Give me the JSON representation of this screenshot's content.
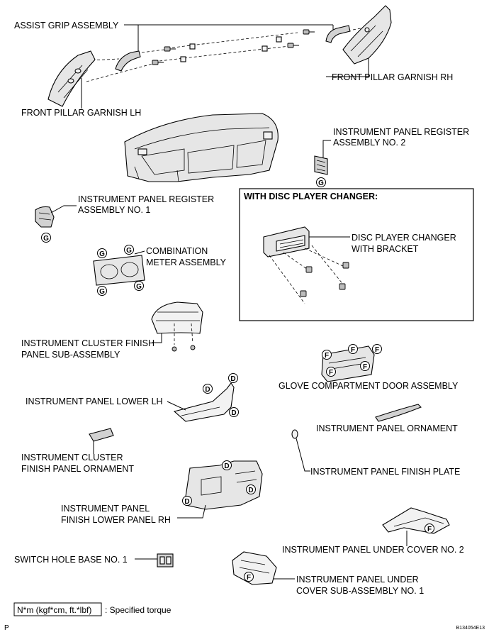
{
  "labels": {
    "assist_grip": "ASSIST GRIP ASSEMBLY",
    "pillar_rh": "FRONT PILLAR GARNISH RH",
    "pillar_lh": "FRONT PILLAR GARNISH LH",
    "register2_l1": "INSTRUMENT PANEL REGISTER",
    "register2_l2": "ASSEMBLY NO. 2",
    "register1_l1": "INSTRUMENT PANEL REGISTER",
    "register1_l2": "ASSEMBLY NO. 1",
    "combo_l1": "COMBINATION",
    "combo_l2": "METER ASSEMBLY",
    "cluster_finish_l1": "INSTRUMENT CLUSTER FINISH",
    "cluster_finish_l2": "PANEL SUB-ASSEMBLY",
    "lower_lh": "INSTRUMENT PANEL LOWER LH",
    "glove_door": "GLOVE COMPARTMENT DOOR ASSEMBLY",
    "ornament": "INSTRUMENT PANEL ORNAMENT",
    "cluster_orn_l1": "INSTRUMENT CLUSTER",
    "cluster_orn_l2": "FINISH PANEL ORNAMENT",
    "finish_plate": "INSTRUMENT PANEL FINISH PLATE",
    "lower_rh_l1": "INSTRUMENT PANEL",
    "lower_rh_l2": "FINISH LOWER PANEL RH",
    "under_cover2": "INSTRUMENT PANEL UNDER COVER NO. 2",
    "switch_hole": "SWITCH HOLE BASE NO. 1",
    "under_cover1_l1": "INSTRUMENT PANEL UNDER",
    "under_cover1_l2": "COVER SUB-ASSEMBLY NO. 1"
  },
  "inset": {
    "title": "WITH DISC PLAYER CHANGER:",
    "changer_l1": "DISC PLAYER CHANGER",
    "changer_l2": "WITH BRACKET"
  },
  "marks": {
    "g": "G",
    "f": "F",
    "d": "D"
  },
  "legend": {
    "box": "N*m (kgf*cm, ft.*lbf)",
    "text": ": Specified torque"
  },
  "footer": {
    "left": "P",
    "figure_id": "B134054E13"
  }
}
